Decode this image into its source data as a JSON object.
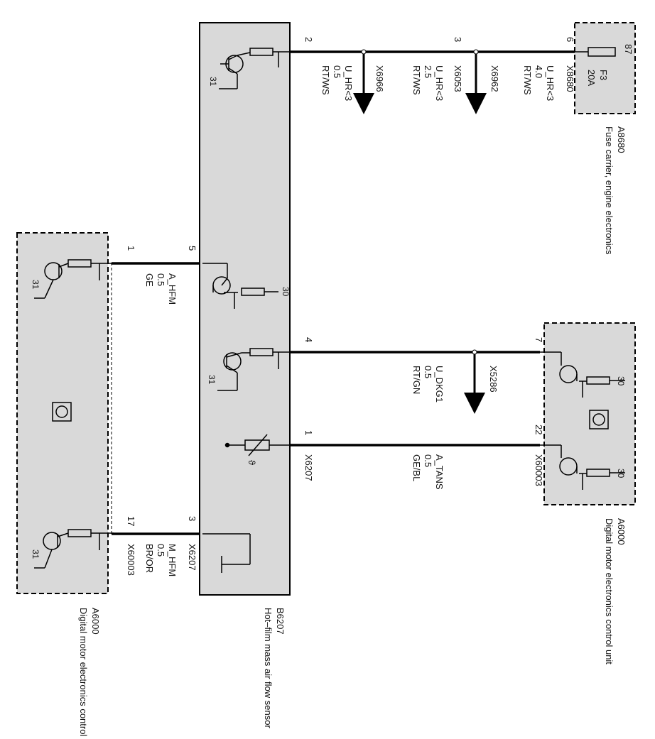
{
  "components": {
    "sensor": {
      "id": "B6207",
      "name": "Hot–film mass air flow sensor",
      "connector_top": "X6207",
      "connector_bottom": "X6207",
      "ground_label": "31",
      "supply_label": "30",
      "theta": "ϑ"
    },
    "fuse_carrier": {
      "id": "A8680",
      "name": "Fuse carrier, engine electronics",
      "fuse": "F3",
      "rating": "20A",
      "pin": "87"
    },
    "dme_left": {
      "id": "A6000",
      "name": "Digital motor electronics control unit",
      "connector": "X60003"
    },
    "dme_right": {
      "id": "A6000",
      "name": "Digital motor electronics control unit",
      "connector": "X60003"
    }
  },
  "wires": {
    "u_hr": {
      "signal": "U_HR<3",
      "size_a": "0.5",
      "color": "RT/WS",
      "size_b": "2.5",
      "size_c": "4.0"
    },
    "u_dkg1": {
      "signal": "U_DKG1",
      "size": "0.5",
      "color": "RT/GN",
      "connector": "X5286"
    },
    "a_tans": {
      "signal": "A_TANS",
      "size": "0.5",
      "color": "GE/BL"
    },
    "a_hfm": {
      "signal": "A_HFM",
      "size": "0.5",
      "color": "GE"
    },
    "m_hfm": {
      "signal": "M_HFM",
      "size": "0.5",
      "color": "BR/OR"
    }
  },
  "connectors": {
    "c1": "X6966",
    "c2": "X6053",
    "c3": "X6962",
    "c4": "X8680"
  },
  "pins": {
    "p2": "2",
    "p3": "3",
    "p6": "6",
    "p5": "5",
    "p1": "1",
    "p4": "4",
    "p1b": "1",
    "p17": "17",
    "p3b": "3",
    "p7": "7",
    "p22": "22"
  }
}
